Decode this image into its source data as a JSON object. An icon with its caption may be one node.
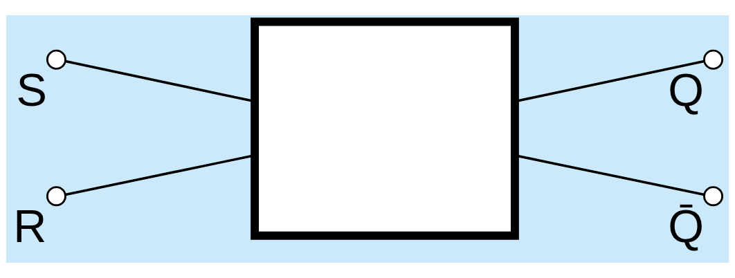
{
  "diagram": {
    "nodes": [
      {
        "text": [],
        "shape": "box"
      },
      {
        "text": [],
        "shape": "circle",
        "beside": [
          "S"
        ]
      },
      {
        "text": [],
        "shape": "circle",
        "beside": [
          "R"
        ]
      },
      {
        "text": [],
        "shape": "circle",
        "beside": [
          "Q"
        ]
      },
      {
        "text": [],
        "shape": "circle",
        "beside": [
          "Q̄"
        ]
      }
    ],
    "edges": [
      {
        "from": 1,
        "to": 0,
        "arrow": "none"
      },
      {
        "from": 2,
        "to": 0,
        "arrow": "none"
      },
      {
        "from": 0,
        "to": 3,
        "arrow": "none"
      },
      {
        "from": 0,
        "to": 4,
        "arrow": "none"
      }
    ]
  }
}
